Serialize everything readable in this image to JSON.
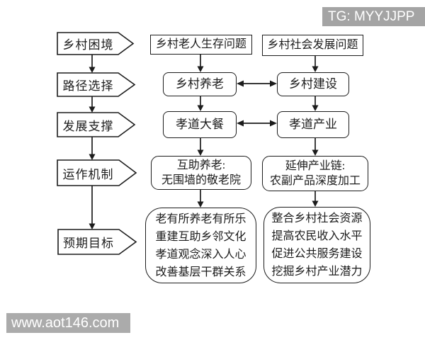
{
  "badge": {
    "text": "TG: MYYJJPP"
  },
  "watermark": {
    "text": "www.aot146.com"
  },
  "colors": {
    "line": "#1c1c1c",
    "box_fill": "#ffffff",
    "badge_bg": "#a4a4a4",
    "watermark_bg": "#ababab",
    "badge_text": "#ffffff",
    "background": "#ffffff"
  },
  "flow": {
    "stages": [
      {
        "label": "乡村困境"
      },
      {
        "label": "路径选择"
      },
      {
        "label": "发展支撑"
      },
      {
        "label": "运作机制"
      },
      {
        "label": "预期目标"
      }
    ],
    "elder_track": {
      "problem": "乡村老人生存问题",
      "path": "乡村养老",
      "support": "孝道大餐",
      "mechanism_line1": "互助养老:",
      "mechanism_line2": "无围墙的敬老院",
      "goals": [
        "老有所养老有所乐",
        "重建互助乡邻文化",
        "孝道观念深入人心",
        "改善基层干群关系"
      ]
    },
    "development_track": {
      "problem": "乡村社会发展问题",
      "path": "乡村建设",
      "support": "孝道产业",
      "mechanism_line1": "延伸产业链:",
      "mechanism_line2": "农副产品深度加工",
      "goals": [
        "整合乡村社会资源",
        "提高农民收入水平",
        "促进公共服务建设",
        "挖掘乡村产业潜力"
      ]
    }
  }
}
